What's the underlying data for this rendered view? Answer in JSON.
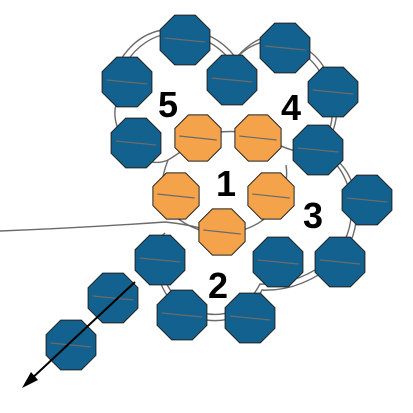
{
  "diagram": {
    "labels": {
      "center": "1",
      "bottom": "2",
      "right": "3",
      "top_right": "4",
      "top_left": "5"
    },
    "colors": {
      "outer_bead": "#12618f",
      "inner_bead": "#f4a34a",
      "thread": "#6b6b6b",
      "outline": "#222222",
      "arrow": "#000000"
    }
  }
}
